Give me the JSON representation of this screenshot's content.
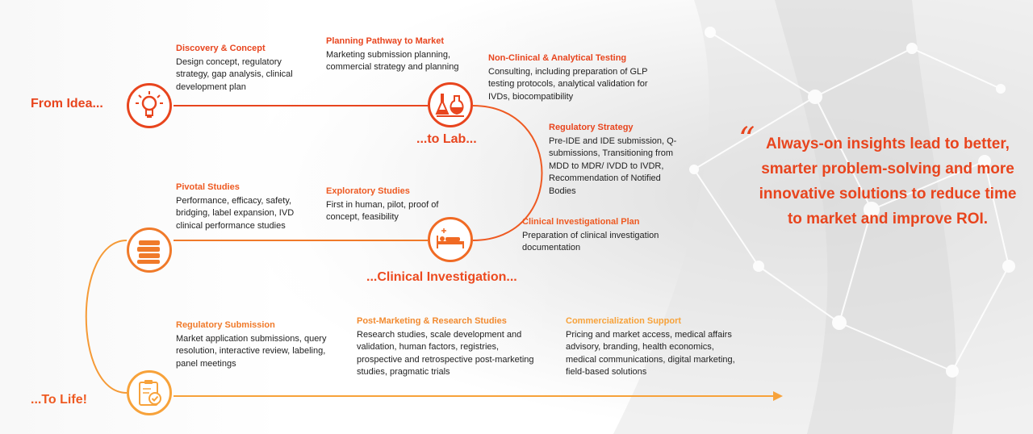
{
  "colors": {
    "red": "#e8451e",
    "orange_mid": "#f07a2a",
    "orange": "#f7a23a",
    "body_text": "#222222"
  },
  "stages": {
    "idea": "From Idea...",
    "lab": "...to Lab...",
    "clinical": "...Clinical Investigation...",
    "life": "...To Life!"
  },
  "icons": {
    "idea": "lightbulb-icon",
    "lab": "lab-flask-icon",
    "clinical": "hospital-bed-icon",
    "studies": "stack-layers-icon",
    "life": "clipboard-check-icon"
  },
  "blocks": {
    "discovery": {
      "title": "Discovery & Concept",
      "body": "Design concept, regulatory strategy, gap analysis, clinical development plan"
    },
    "planning": {
      "title": "Planning Pathway to Market",
      "body": "Marketing submission planning, commercial strategy and planning"
    },
    "nonclinical": {
      "title": "Non-Clinical & Analytical Testing",
      "body": "Consulting, including preparation of GLP testing protocols, analytical validation for IVDs, biocompatibility"
    },
    "regstrategy": {
      "title": "Regulatory Strategy",
      "body": "Pre-IDE and IDE submission, Q-submissions, Transitioning from MDD to MDR/ IVDD to IVDR, Recommendation of Notified Bodies"
    },
    "cip": {
      "title": "Clinical Investigational Plan",
      "body": "Preparation of clinical investigation documentation"
    },
    "exploratory": {
      "title": "Exploratory Studies",
      "body": "First in human, pilot, proof of concept, feasibility"
    },
    "pivotal": {
      "title": "Pivotal Studies",
      "body": "Performance, efficacy, safety, bridging, label expansion, IVD clinical performance studies"
    },
    "regsub": {
      "title": "Regulatory Submission",
      "body": "Market application submissions, query resolution, interactive review, labeling, panel meetings"
    },
    "postmarket": {
      "title": "Post-Marketing & Research Studies",
      "body": "Research studies, scale development and validation, human factors, registries, prospective and retrospective post-marketing studies, pragmatic trials"
    },
    "commercial": {
      "title": "Commercialization Support",
      "body": "Pricing and market access, medical affairs advisory, branding, health economics, medical communications, digital marketing, field-based solutions"
    }
  },
  "quote": {
    "mark": "“",
    "text": "Always-on insights lead to better, smarter problem-solving and more innovative solutions to reduce time to market and improve ROI."
  }
}
